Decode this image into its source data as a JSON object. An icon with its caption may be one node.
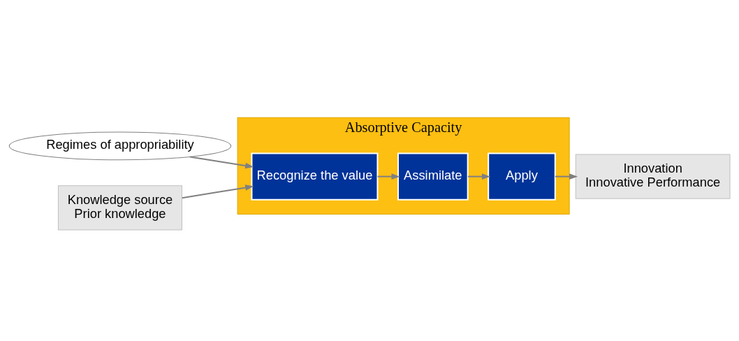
{
  "diagram": {
    "nodes": [
      {
        "text": [
          "Regimes of appropriability"
        ]
      },
      {
        "text": [
          "Knowledge source",
          "Prior knowledge"
        ]
      },
      {
        "text": [
          "Absorptive Capacity"
        ]
      },
      {
        "text": [
          "Recognize the value"
        ],
        "in": 2
      },
      {
        "text": [
          "Assimilate"
        ],
        "in": 2
      },
      {
        "text": [
          "Apply"
        ],
        "in": 2
      },
      {
        "text": [
          "Innovation",
          "Innovative Performance"
        ]
      }
    ],
    "edges": [
      {
        "from": 0,
        "to": 3,
        "arrow": "to"
      },
      {
        "from": 1,
        "to": 3,
        "arrow": "to"
      },
      {
        "from": 3,
        "to": 4,
        "arrow": "to"
      },
      {
        "from": 4,
        "to": 5,
        "arrow": "to"
      },
      {
        "from": 5,
        "to": 6,
        "arrow": "to"
      }
    ]
  }
}
